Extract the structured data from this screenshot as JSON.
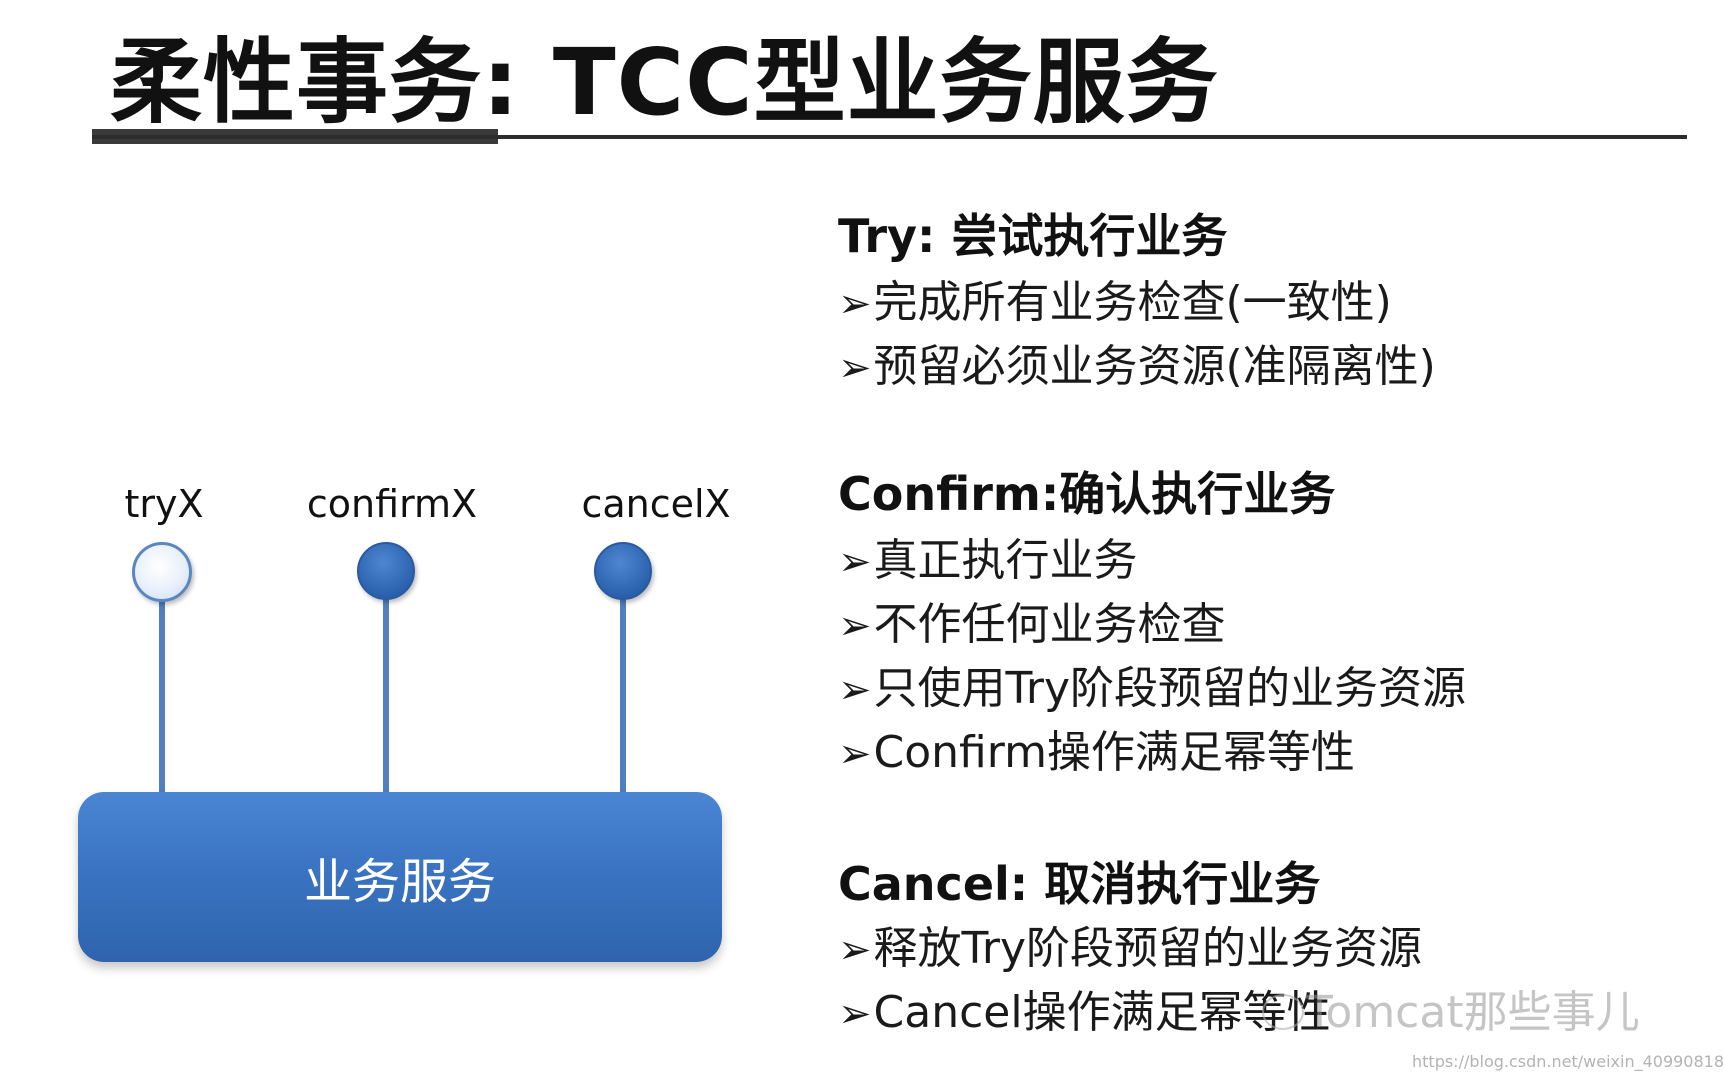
{
  "title": "柔性事务: TCC型业务服务",
  "diagram": {
    "operations": [
      {
        "label": "tryX",
        "state": "open"
      },
      {
        "label": "confirmX",
        "state": "filled"
      },
      {
        "label": "cancelX",
        "state": "filled"
      }
    ],
    "service_label": "业务服务",
    "colors": {
      "box": "#3a74c2",
      "stem": "#4f7fbf"
    }
  },
  "sections": [
    {
      "heading": "Try: 尝试执行业务",
      "items": [
        "完成所有业务检查(一致性)",
        "预留必须业务资源(准隔离性)"
      ]
    },
    {
      "heading": "Confirm:确认执行业务",
      "items": [
        "真正执行业务",
        "不作任何业务检查",
        "只使用Try阶段预留的业务资源",
        "Confirm操作满足幂等性"
      ]
    },
    {
      "heading": "Cancel:  取消执行业务",
      "items": [
        "释放Try阶段预留的业务资源",
        "Cancel操作满足幂等性"
      ]
    }
  ],
  "bullet_glyph": "➢",
  "watermark": "Tomcat那些事儿",
  "source_url": "https://blog.csdn.net/weixin_40990818"
}
